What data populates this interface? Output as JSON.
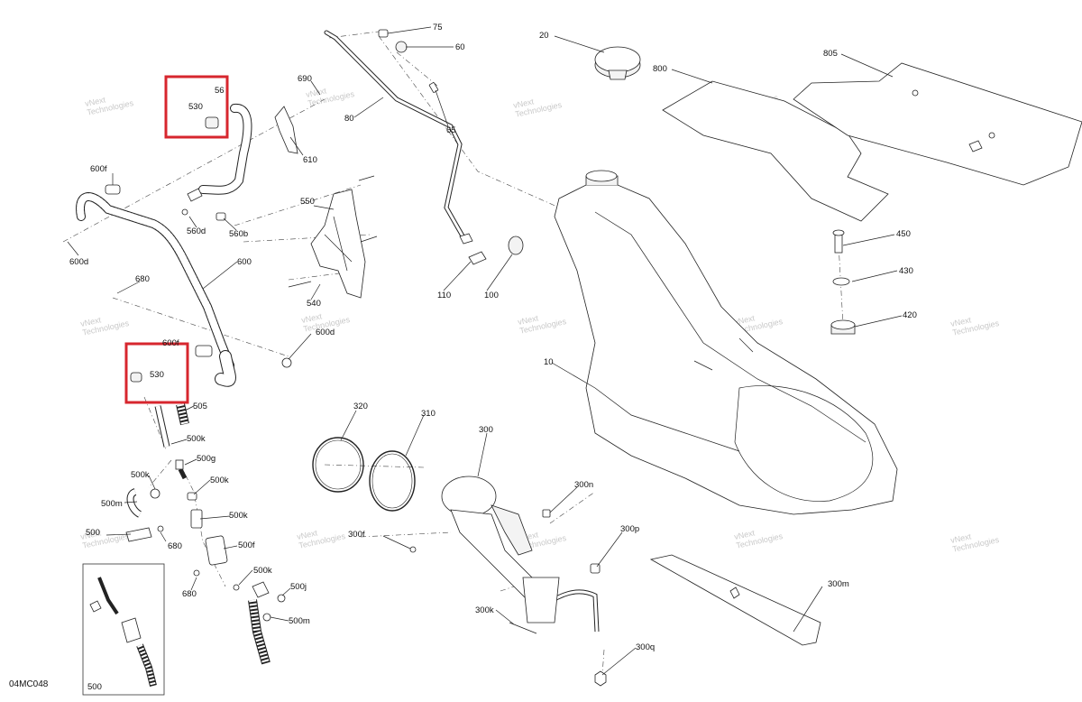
{
  "diagram_code": "04MC048",
  "watermark": {
    "line1": "vNext",
    "line2": "Technologies"
  },
  "highlight_color": "#d7262e",
  "labels": {
    "p75": "75",
    "p60": "60",
    "p20": "20",
    "p805": "805",
    "p800": "800",
    "p690": "690",
    "p56x": "56",
    "p530a": "530",
    "p80": "80",
    "p65": "65",
    "p610": "610",
    "p600f": "600f",
    "p560d": "560d",
    "p560b": "560b",
    "p550": "550",
    "p600d": "600d",
    "p600": "600",
    "p680a": "680",
    "p540": "540",
    "p110": "110",
    "p100": "100",
    "p450": "450",
    "p430": "430",
    "p420": "420",
    "p600e": "600d",
    "p600x": "600f",
    "p530b": "530",
    "p10": "10",
    "p505": "505",
    "p320": "320",
    "p310": "310",
    "p300": "300",
    "p500k1": "500k",
    "p500g": "500g",
    "p500k2": "500k",
    "p500k3": "500k",
    "p500m1": "500m",
    "p500k4": "500k",
    "p500x": "500",
    "p680b": "680",
    "p500f": "500f",
    "p300n": "300n",
    "p300f": "300f",
    "p300p": "300p",
    "p500k5": "500k",
    "p680c": "680",
    "p500j": "500j",
    "p500m2": "500m",
    "p300m": "300m",
    "p300k": "300k",
    "p300q": "300q",
    "p500box": "500"
  }
}
